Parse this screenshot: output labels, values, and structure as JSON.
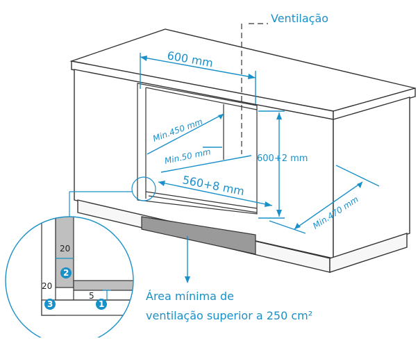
{
  "labels": {
    "ventilation": "Ventilação",
    "width": "600 mm",
    "min_450": "Min.450 mm",
    "min_50": "Min.50 mm",
    "height": "600+2 mm",
    "inner_width": "560+8 mm",
    "min_470": "Min.470 mm",
    "area_line1": "Área mínima de",
    "area_line2": "ventilação superior a 250 cm²"
  },
  "detail": {
    "dim_20_vertical_side": "20",
    "dim_20_left": "20",
    "dim_5": "5",
    "badges": [
      "1",
      "2",
      "3"
    ]
  },
  "colors": {
    "accent": "#1a90c8",
    "line": "#333333",
    "panel": "#bfbfbf",
    "badge": "#1a90c8"
  }
}
